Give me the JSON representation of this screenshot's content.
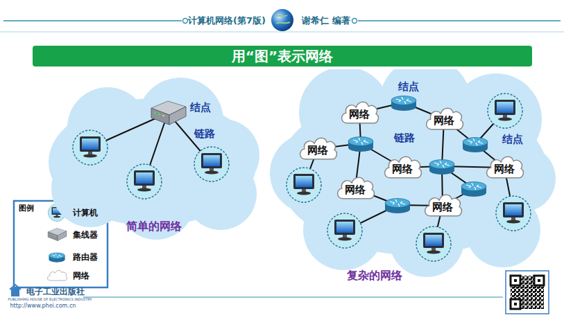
{
  "diagram": {
    "title": "用“图”表示网络",
    "nodes": [
      {
        "text": [
          "用“图”表示网络"
        ]
      },
      {
        "text": [
          "简单的网络"
        ]
      },
      {
        "text": [
          "复杂的网络"
        ]
      },
      {
        "text": [
          "网络"
        ],
        "in": 2
      },
      {
        "text": [
          "网络"
        ],
        "in": 2
      },
      {
        "text": [
          "网络"
        ],
        "in": 2
      },
      {
        "text": [
          "网络"
        ],
        "in": 2
      },
      {
        "text": [
          "网络"
        ],
        "in": 2
      },
      {
        "text": [
          "网络"
        ],
        "in": 2
      },
      {
        "text": [
          "网络"
        ],
        "in": 2
      }
    ],
    "labels": [
      "计算机网络(第7版)",
      "谢希仁 编著",
      "结点",
      "链路",
      "结点",
      "链路",
      "结点",
      "图例",
      "电子工业出版社",
      "PUBLISHING HOUSE OF ELECTRONICS INDUSTRY",
      "http://www.phei.com.cn"
    ],
    "legend": [
      {
        "text": "计算机"
      },
      {
        "text": "集线器"
      },
      {
        "text": "路由器"
      },
      {
        "text": "网络"
      }
    ]
  }
}
